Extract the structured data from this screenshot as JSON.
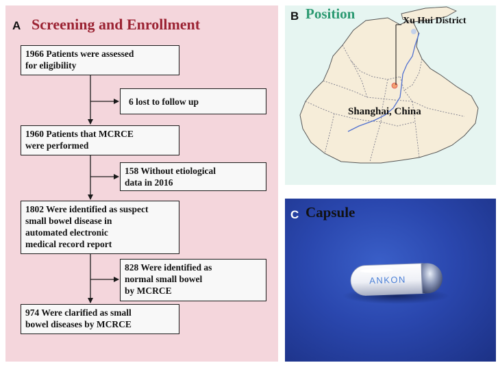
{
  "panel_a": {
    "letter": "A",
    "title": "Screening and Enrollment",
    "boxes": [
      "1966 Patients were assessed\n        for eligibility",
      "1960 Patients that MCRCE\n        were performed",
      "1802 Were identified as suspect\nsmall bowel disease in\nautomated electronic\nmedical record report",
      "974 Were clarified as small\n   bowel diseases by MCRCE"
    ],
    "side_boxes": [
      "6  lost to follow up",
      "158 Without etiological\n   data in 2016",
      "828 Were identified as\n   normal small bowel\n   by MCRCE"
    ]
  },
  "panel_b": {
    "letter": "B",
    "title": "Position",
    "district_label": "Xu Hui District",
    "city_label": "Shanghai, China"
  },
  "panel_c": {
    "letter": "C",
    "title": "Capsule",
    "capsule_brand": "ANKON"
  },
  "colors": {
    "panel_a_bg": "#f4d6dc",
    "panel_a_title": "#9b2333",
    "panel_b_bg": "#e6f5f1",
    "panel_b_title": "#2c9a72",
    "map_fill": "#f6edd9",
    "panel_c_bg": "#2a47ae"
  }
}
